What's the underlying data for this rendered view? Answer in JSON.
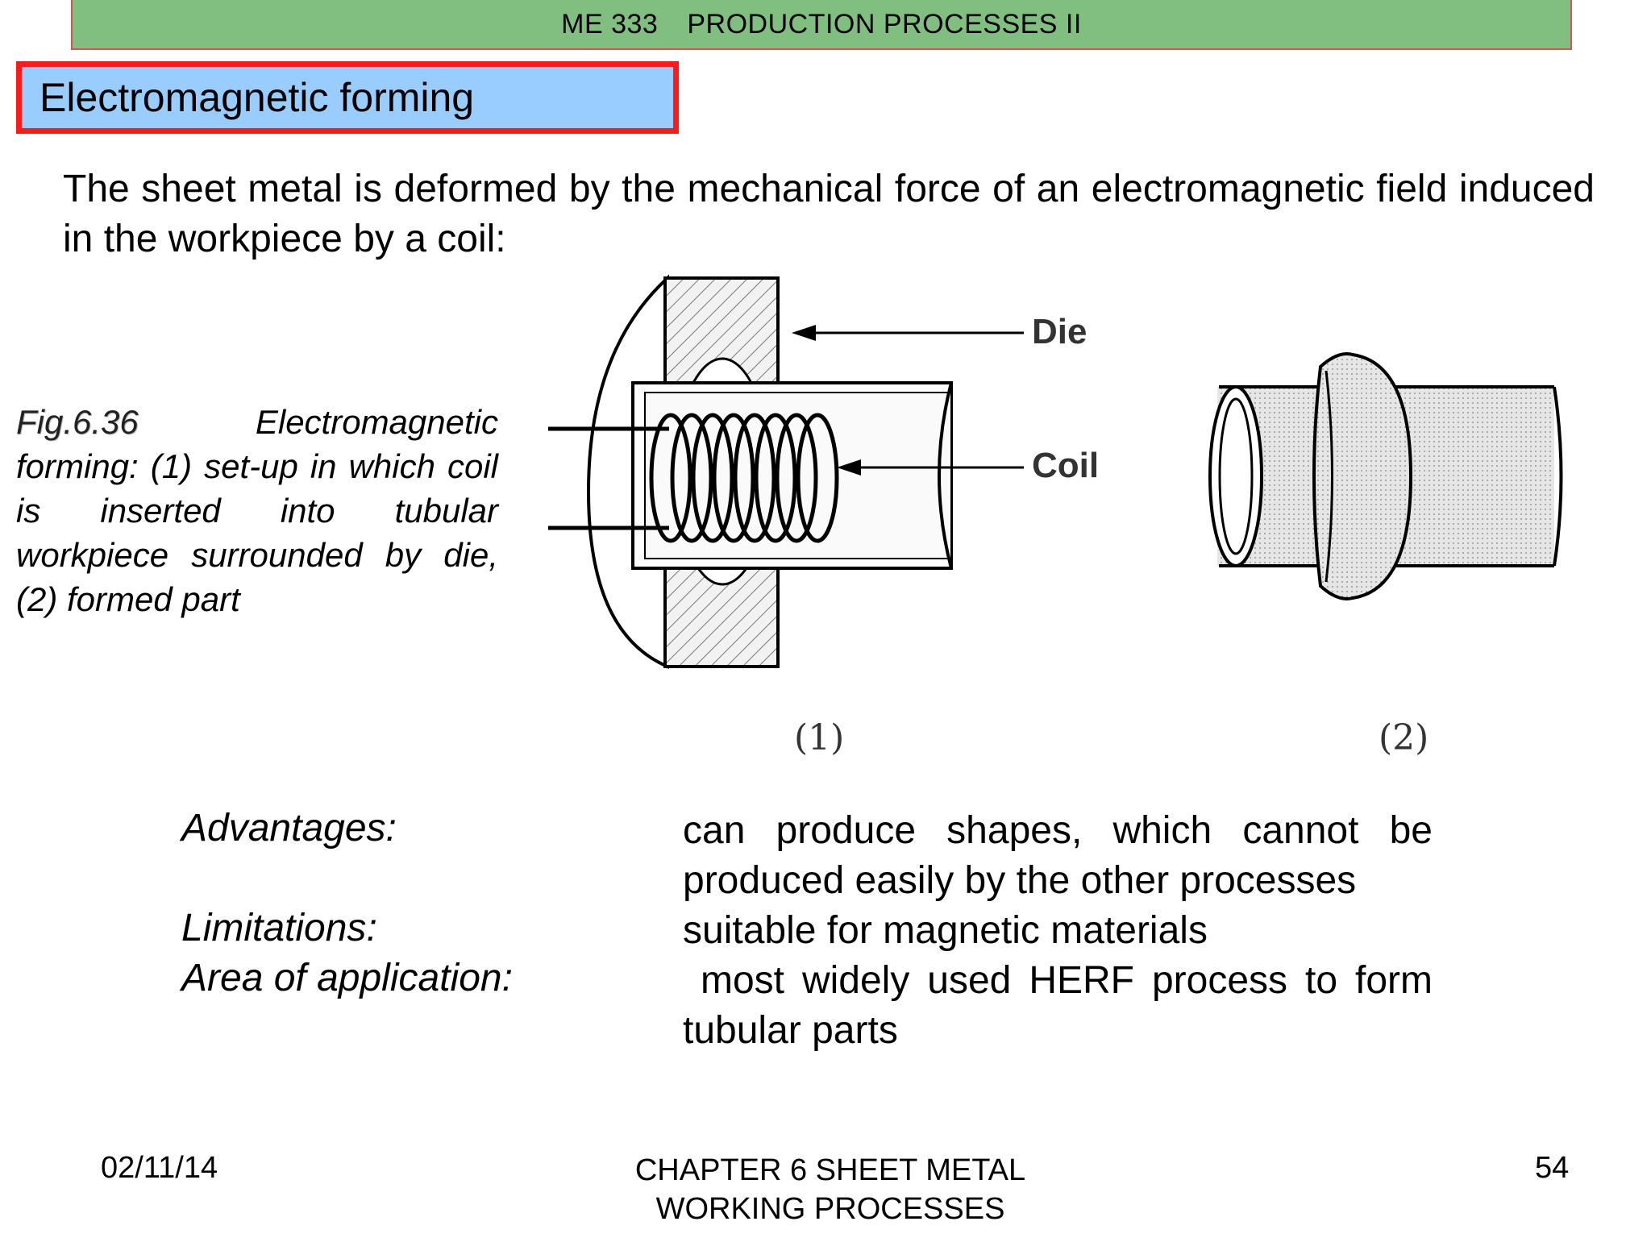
{
  "header": {
    "course": "ME 333",
    "title": "PRODUCTION PROCESSES II"
  },
  "slide_title": "Electromagnetic forming",
  "intro": "The sheet metal is deformed by the mechanical force of an electromagnetic field induced in the workpiece by a coil:",
  "caption": {
    "fig_number": "Fig.6.36",
    "text": " Electromagnetic forming: (1) set-up in which coil is inserted into tubular workpiece surrounded by die, (2) formed part"
  },
  "figure": {
    "label_die": "Die",
    "label_coil": "Coil",
    "sub1": "(1)",
    "sub2": "(2)"
  },
  "notes": {
    "advantages_label": "Advantages",
    "advantages_text": "can produce shapes, which cannot be produced easily by the other processes",
    "limitations_label": "Limitations",
    "limitations_text": "suitable for magnetic materials",
    "application_label": "Area of application",
    "application_text": " most widely used HERF process to form tubular parts"
  },
  "footer": {
    "date": "02/11/14",
    "chapter_line1": "CHAPTER 6 SHEET METAL",
    "chapter_line2": "WORKING PROCESSES",
    "page": "54"
  },
  "colors": {
    "header_bg": "#80bf80",
    "title_bg": "#99ccff",
    "title_border": "#ff1a1a"
  }
}
